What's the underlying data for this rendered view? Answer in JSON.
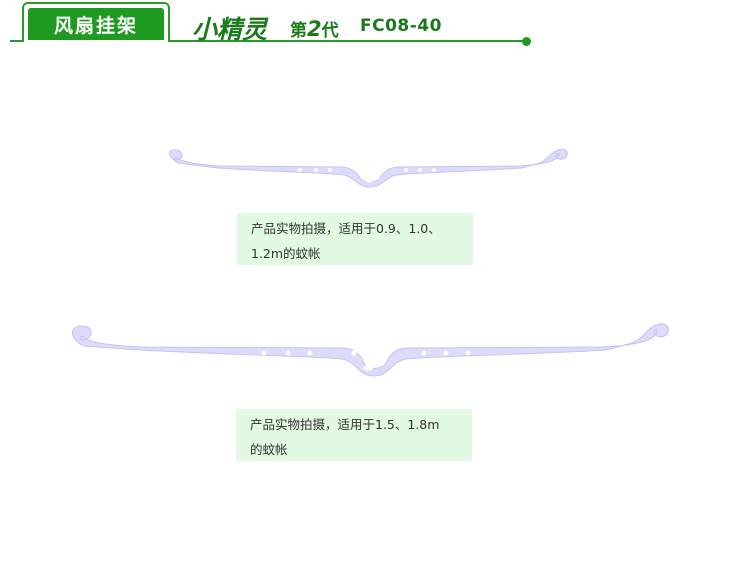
{
  "header": {
    "tab_label": "风扇挂架",
    "brand": "小精灵",
    "generation_prefix": "第",
    "generation_number": "2",
    "generation_suffix": "代",
    "model": "FC08-40",
    "accent_color": "#1f9a20"
  },
  "products": [
    {
      "caption_line1": "产品实物拍摄，适用于0.9、1.0、",
      "caption_line2": "1.2m的蚊帐"
    },
    {
      "caption_line1": "产品实物拍摄，适用于1.5、1.8m",
      "caption_line2": "的蚊帐"
    }
  ],
  "colors": {
    "hanger_fill": "#dcdcfa",
    "hanger_stroke": "#c4c4f0",
    "caption_bg": "#e2f9e2"
  }
}
